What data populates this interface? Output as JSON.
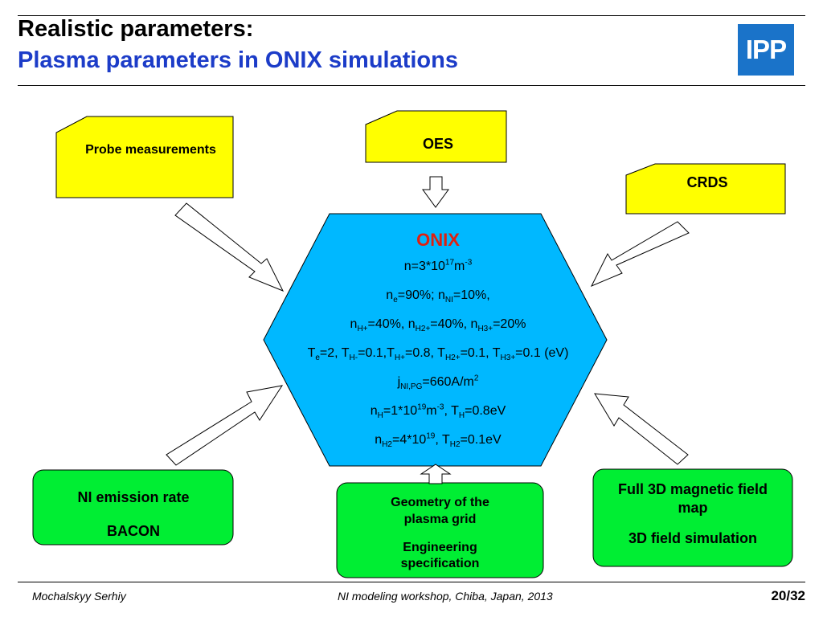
{
  "header": {
    "title": "Realistic parameters:",
    "subtitle": "Plasma parameters in ONIX simulations",
    "logo": "IPP"
  },
  "colors": {
    "yellow_box": "#ffff00",
    "green_box": "#00ee33",
    "hexagon": "#00b8ff",
    "onix_title": "#e02010",
    "subtitle": "#1c3cc8"
  },
  "inputs": {
    "probe": "Probe measurements",
    "oes": "OES",
    "crds": "CRDS"
  },
  "onix": {
    "title": "ONIX",
    "density": "n=3*10",
    "density_exp": "17",
    "density_unit": "m",
    "density_unit_exp": "-3",
    "line2": {
      "a": "n",
      "a_sub": "e",
      "b": "=90%; n",
      "b_sub": "NI",
      "c": "=10%,"
    },
    "line3": {
      "a": "n",
      "a_sub": "H+",
      "b": "=40%, n",
      "b_sub": "H2+",
      "c": "=40%, n",
      "c_sub": "H3+",
      "d": "=20%"
    },
    "line4": {
      "a": "T",
      "a_sub": "e",
      "b": "=2, T",
      "b_sub": "H-",
      "c": "=0.1,T",
      "c_sub": "H+",
      "d": "=0.8, T",
      "d_sub": "H2+",
      "e": "=0.1, T",
      "e_sub": "H3+",
      "f": "=0.1 (eV)"
    },
    "line5": {
      "a": "j",
      "a_sub": "NI,PG",
      "b": "=660A/m",
      "b_sup": "2"
    },
    "line6": {
      "a": "n",
      "a_sub": "H",
      "b": "=1*10",
      "b_sup": "19",
      "c": "m",
      "c_sup": "-3",
      "d": ", T",
      "d_sub": "H",
      "e": "=0.8eV"
    },
    "line7": {
      "a": "n",
      "a_sub": "H2",
      "b": "=4*10",
      "b_sup": "19",
      "c": ", T",
      "c_sub": "H2",
      "d": "=0.1eV"
    }
  },
  "boxes": {
    "ni_emission": {
      "line1": "NI emission rate",
      "line2": "BACON"
    },
    "geometry": {
      "line1": "Geometry of the plasma grid",
      "line2": "Engineering specification"
    },
    "magnetic": {
      "line1": "Full 3D magnetic field map",
      "line2": "3D field simulation"
    }
  },
  "footer": {
    "author": "Mochalskyy Serhiy",
    "event": "NI modeling workshop,  Chiba, Japan, 2013",
    "page": "20/32"
  }
}
